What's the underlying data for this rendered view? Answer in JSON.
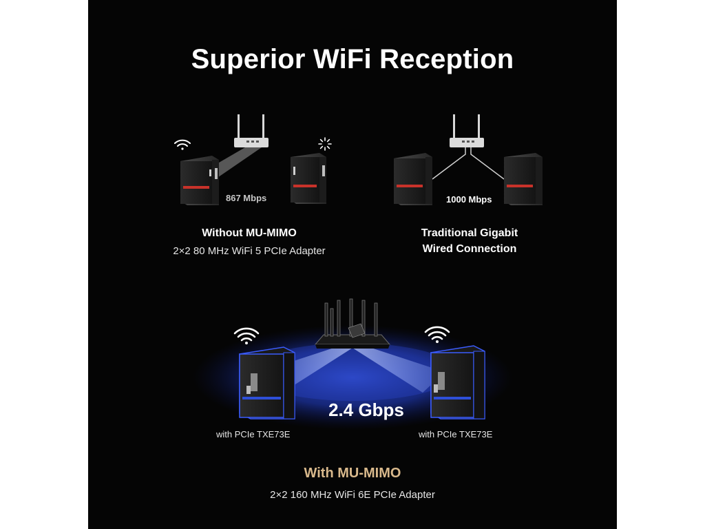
{
  "title": "Superior WiFi Reception",
  "left": {
    "speed": "867 Mbps",
    "title": "Without MU-MIMO",
    "subtitle": "2×2 80 MHz WiFi 5 PCIe Adapter"
  },
  "right": {
    "speed": "1000 Mbps",
    "title": "Traditional Gigabit",
    "subtitle": "Wired Connection"
  },
  "bottom": {
    "speed": "2.4 Gbps",
    "pc_label_left": "with PCIe TXE73E",
    "pc_label_right": "with PCIe TXE73E",
    "title": "With MU-MIMO",
    "subtitle": "2×2 160 MHz WiFi 6E PCIe Adapter"
  },
  "colors": {
    "background": "#050505",
    "accent_gold": "#d9b98c",
    "accent_red": "#c8322a",
    "accent_blue": "#2e4fd8"
  },
  "icons": [
    "wifi-icon",
    "loading-spinner-icon",
    "router-icon",
    "desktop-pc-icon"
  ]
}
